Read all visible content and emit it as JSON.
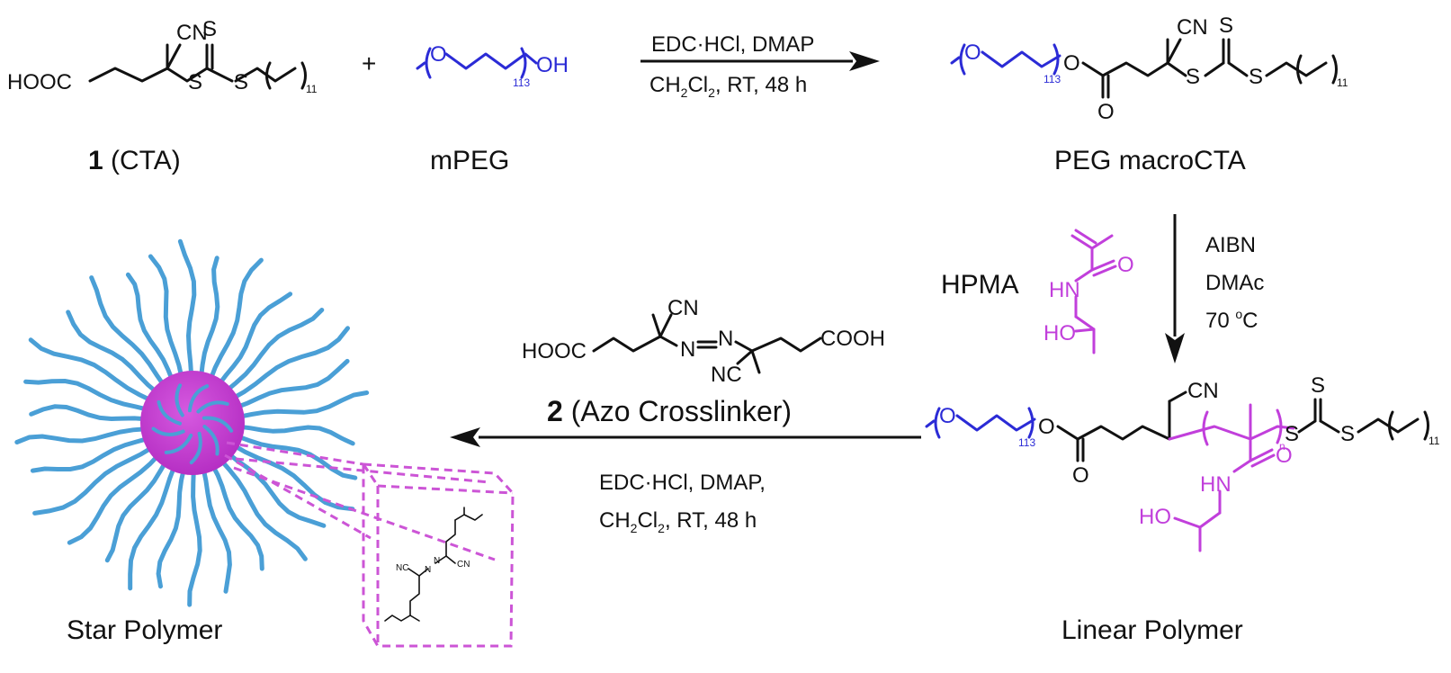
{
  "colors": {
    "black": "#111111",
    "peg_blue": "#2b2bd6",
    "hpma_magenta": "#c13fdb",
    "arm_blue": "#4a9fd6",
    "core_magenta": "#c43ad0",
    "box_magenta": "#cc55d6"
  },
  "cta": {
    "cn": "CN",
    "s_thione": "S",
    "hooc": "HOOC",
    "s1": "S",
    "s2": "S",
    "repeat": "11",
    "caption_number": "1",
    "caption_text": " (CTA)"
  },
  "plus": "+",
  "mpeg": {
    "o": "O",
    "oh": "OH",
    "repeat": "113",
    "caption": "mPEG"
  },
  "step1": {
    "reagents_top": "EDC·HCl, DMAP",
    "ch2cl2_ch": "CH",
    "ch2cl2_sub2a": "2",
    "ch2cl2_cl": "Cl",
    "ch2cl2_sub2b": "2",
    "conditions_rest": ", RT, 48 h"
  },
  "macro_cta": {
    "o_peg": "O",
    "peg_repeat": "113",
    "o_ester": "O",
    "o_carbonyl": "O",
    "cn": "CN",
    "s_thione": "S",
    "s1": "S",
    "s2": "S",
    "repeat": "11",
    "caption": "PEG macroCTA"
  },
  "step2": {
    "monomer_name": "HPMA",
    "monomer_o": "O",
    "monomer_hn": "HN",
    "monomer_ho": "HO",
    "initiator": "AIBN",
    "solvent": "DMAc",
    "temp_value": "70 ",
    "temp_degree": "o",
    "temp_unit": "C"
  },
  "linear_polymer": {
    "o_peg": "O",
    "peg_repeat": "113",
    "o_ester": "O",
    "o_carbonyl": "O",
    "cn": "CN",
    "n": "n",
    "s_thione": "S",
    "s1": "S",
    "s2": "S",
    "repeat": "11",
    "o_amide": "O",
    "hn": "HN",
    "ho": "HO",
    "caption": "Linear Polymer"
  },
  "crosslinker": {
    "cn_top": "CN",
    "hooc": "HOOC",
    "azo_n1": "N",
    "azo_n2": "N",
    "cooh": "COOH",
    "cn_bottom": "NC",
    "caption_number": "2",
    "caption_text": " (Azo Crosslinker)"
  },
  "step3": {
    "reagents_top": "EDC·HCl, DMAP,",
    "ch2cl2_ch": "CH",
    "ch2cl2_sub2a": "2",
    "ch2cl2_cl": "Cl",
    "ch2cl2_sub2b": "2",
    "conditions_rest": ", RT, 48 h"
  },
  "star_polymer": {
    "caption": "Star Polymer",
    "inset_nc": "NC",
    "inset_n1": "N",
    "inset_n2": "N",
    "inset_cn": "CN"
  }
}
